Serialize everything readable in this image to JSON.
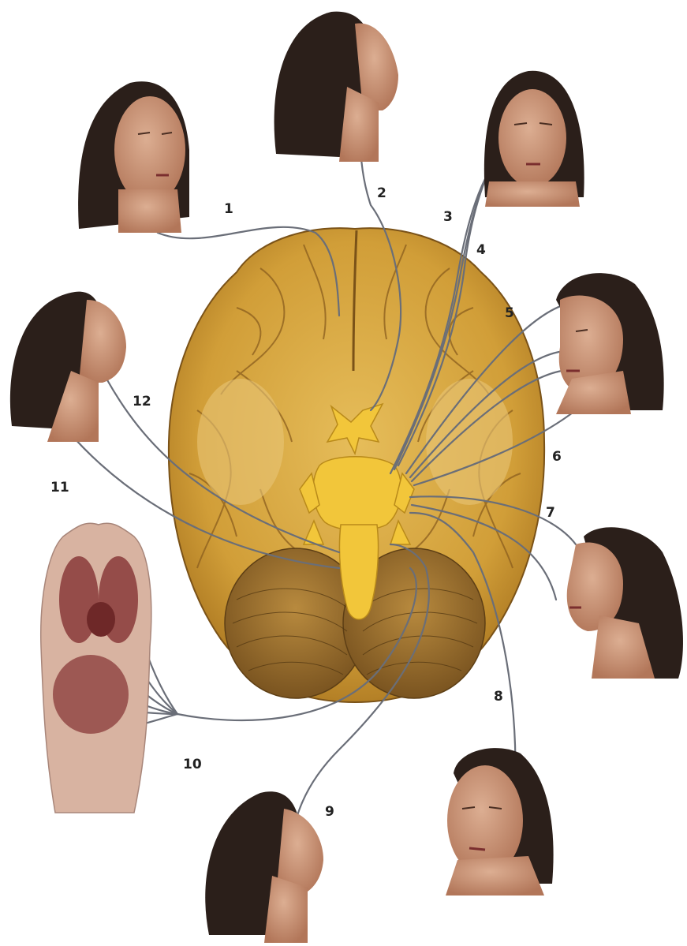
{
  "labels": {
    "n1": "1",
    "n2": "2",
    "n3": "3",
    "n4": "4",
    "n5": "5",
    "n6": "6",
    "n7": "7",
    "n8": "8",
    "n9": "9",
    "n10": "10",
    "n11": "11",
    "n12": "12"
  },
  "colors": {
    "brain": "#d9a53c",
    "brain_dark": "#9c6a1c",
    "brainstem": "#f2c63a",
    "nerve": "#6a6e78",
    "hair": "#2b1f1a",
    "skin": "#c98f72",
    "organ": "#8a3a3a"
  }
}
